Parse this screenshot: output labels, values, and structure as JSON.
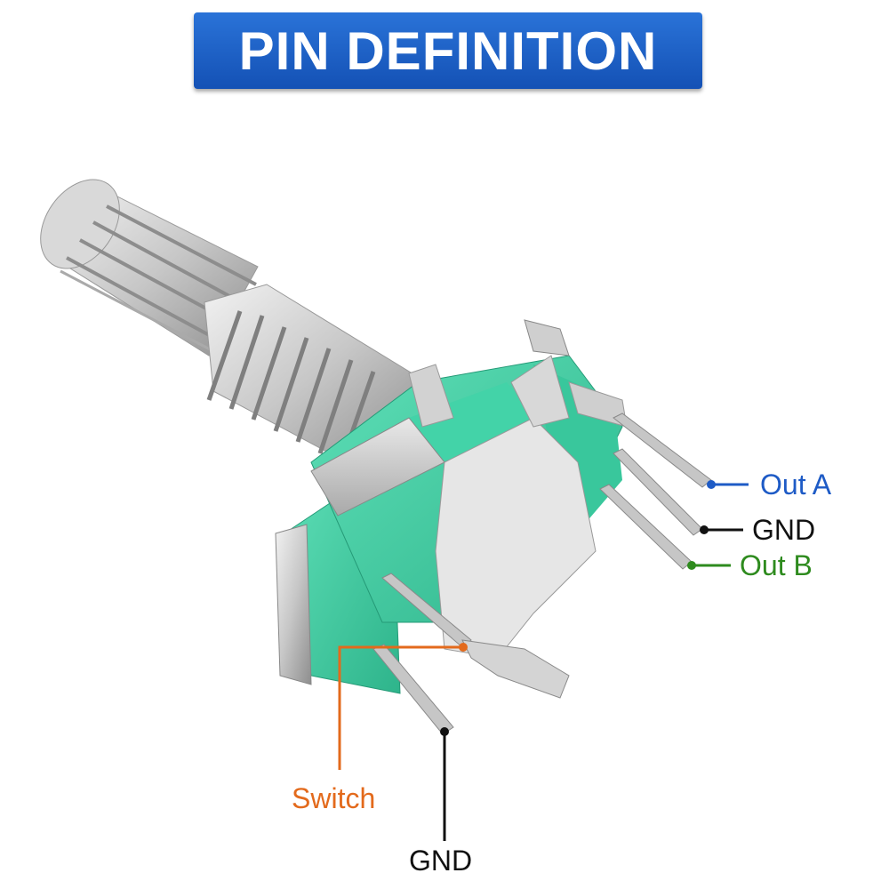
{
  "title": "PIN DEFINITION",
  "pins": {
    "out_a": {
      "label": "Out A",
      "color": "#1e5bc6"
    },
    "gnd_right": {
      "label": "GND",
      "color": "#111111"
    },
    "out_b": {
      "label": "Out B",
      "color": "#2e8b1e"
    },
    "switch": {
      "label": "Switch",
      "color": "#e36a1c"
    },
    "gnd_bottom": {
      "label": "GND",
      "color": "#111111"
    }
  },
  "component": {
    "name": "rotary-encoder",
    "body_color": "#3cc9a0"
  }
}
